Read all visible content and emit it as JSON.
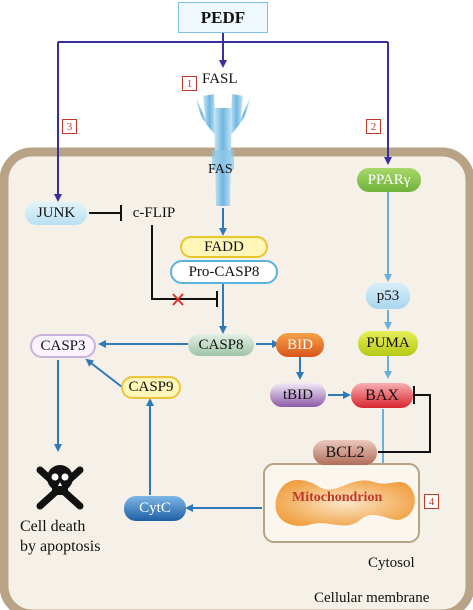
{
  "nodes": {
    "pedf": "PEDF",
    "fasl": "FASL",
    "fas": "FAS",
    "fadd": "FADD",
    "pro_casp8": "Pro-CASP8",
    "junk": "JUNK",
    "cflip": "c-FLIP",
    "ppar": "PPARγ",
    "p53": "p53",
    "puma": "PUMA",
    "casp8": "CASP8",
    "casp3": "CASP3",
    "bid": "BID",
    "tbid": "tBID",
    "bax": "BAX",
    "casp9": "CASP9",
    "bcl2": "BCL2",
    "cytc": "CytC",
    "mitochondrion": "Mitochondrion"
  },
  "pathway_numbers": [
    "1",
    "2",
    "3",
    "4"
  ],
  "labels": {
    "cell_death_line1": "Cell death",
    "cell_death_line2": "by apoptosis",
    "cytosol": "Cytosol",
    "membrane": "Cellular membrane"
  },
  "icons": [
    "skull-crossbones-icon",
    "inhibition-x-icon"
  ],
  "colors": {
    "membrane": "#b8a386",
    "cytoplasm": "#f6f1e8",
    "arrow_purple": "#3a2f9e",
    "arrow_blue": "#2f79b9",
    "arrow_light": "#6bb0dc",
    "number_red": "#c0392b"
  }
}
